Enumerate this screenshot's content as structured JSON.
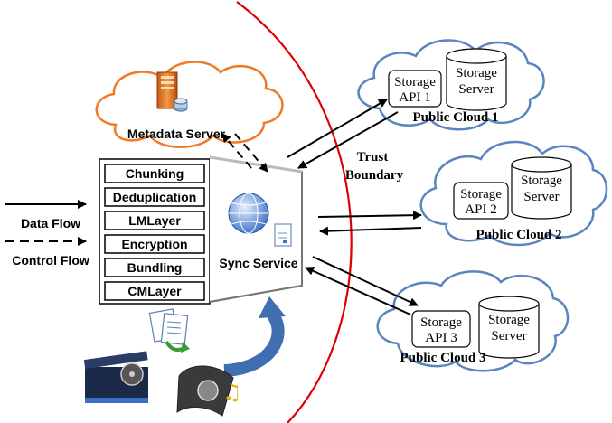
{
  "pipeline": {
    "steps": [
      {
        "label": "Chunking",
        "color": "#000000"
      },
      {
        "label": "Deduplication",
        "color": "#000000"
      },
      {
        "label": "LMLayer",
        "color": "#e00000"
      },
      {
        "label": "Encryption",
        "color": "#000000"
      },
      {
        "label": "Bundling",
        "color": "#000000"
      },
      {
        "label": "CMLayer",
        "color": "#e00000"
      }
    ]
  },
  "legend": {
    "data_flow": "Data Flow",
    "control_flow": "Control Flow"
  },
  "metadata_server": {
    "label": "Metadata Server",
    "cloud_color": "#f07a28"
  },
  "sync_service": {
    "label": "Sync Service"
  },
  "trust_boundary": {
    "line1": "Trust",
    "line2": "Boundary",
    "color": "#e00000"
  },
  "clouds": [
    {
      "title": "Public Cloud 1",
      "api_line1": "Storage",
      "api_line2": "API 1",
      "server_line1": "Storage",
      "server_line2": "Server"
    },
    {
      "title": "Public Cloud 2",
      "api_line1": "Storage",
      "api_line2": "API 2",
      "server_line1": "Storage",
      "server_line2": "Server"
    },
    {
      "title": "Public Cloud 3",
      "api_line1": "Storage",
      "api_line2": "API 3",
      "server_line1": "Storage",
      "server_line2": "Server"
    }
  ],
  "colors": {
    "cloud_stroke": "#5b84c0",
    "curved_arrow": "#3f6fb0"
  }
}
